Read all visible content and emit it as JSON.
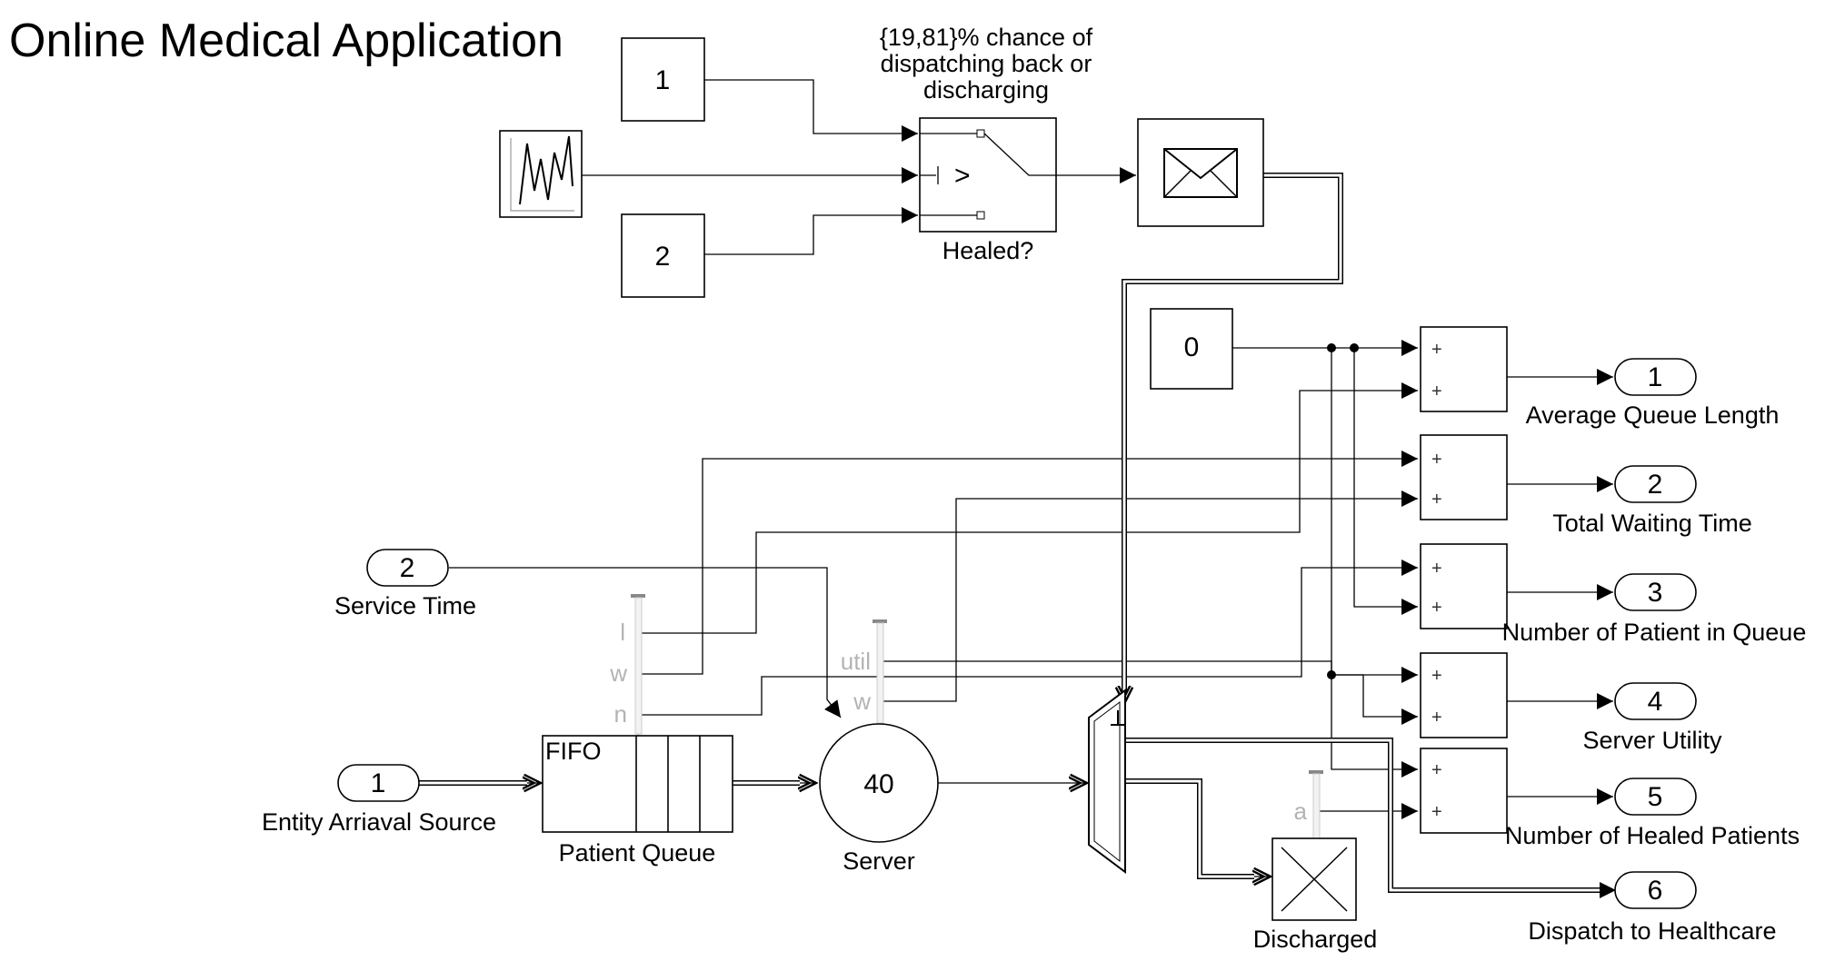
{
  "title": "Online Medical Application",
  "constants": {
    "top1": "1",
    "top2": "2",
    "zero": "0"
  },
  "switch": {
    "annotation_lines": [
      "{19,81}% chance of",
      "dispatching back or",
      "discharging"
    ],
    "symbol": ">",
    "label": "Healed?"
  },
  "inports": [
    {
      "number": "2",
      "label": "Service Time"
    },
    {
      "number": "1",
      "label": "Entity Arriaval Source"
    }
  ],
  "queue": {
    "inner_text": "FIFO",
    "label": "Patient Queue",
    "ports": [
      "l",
      "w",
      "n"
    ]
  },
  "server": {
    "value": "40",
    "label": "Server",
    "ports": [
      "util",
      "w"
    ]
  },
  "terminator": {
    "label": "Discharged",
    "port": "a"
  },
  "sum_signs": "+",
  "outports": [
    {
      "number": "1",
      "label": "Average Queue Length"
    },
    {
      "number": "2",
      "label": "Total Waiting Time"
    },
    {
      "number": "3",
      "label": "Number of Patient in Queue"
    },
    {
      "number": "4",
      "label": "Server Utility"
    },
    {
      "number": "5",
      "label": "Number of Healed Patients"
    },
    {
      "number": "6",
      "label": "Dispatch to Healthcare"
    }
  ],
  "icons": {
    "random_source": "random-signal-icon",
    "message_send": "envelope-icon",
    "output_switch": "entity-output-switch-icon",
    "entity_terminator": "x-terminator-icon"
  }
}
